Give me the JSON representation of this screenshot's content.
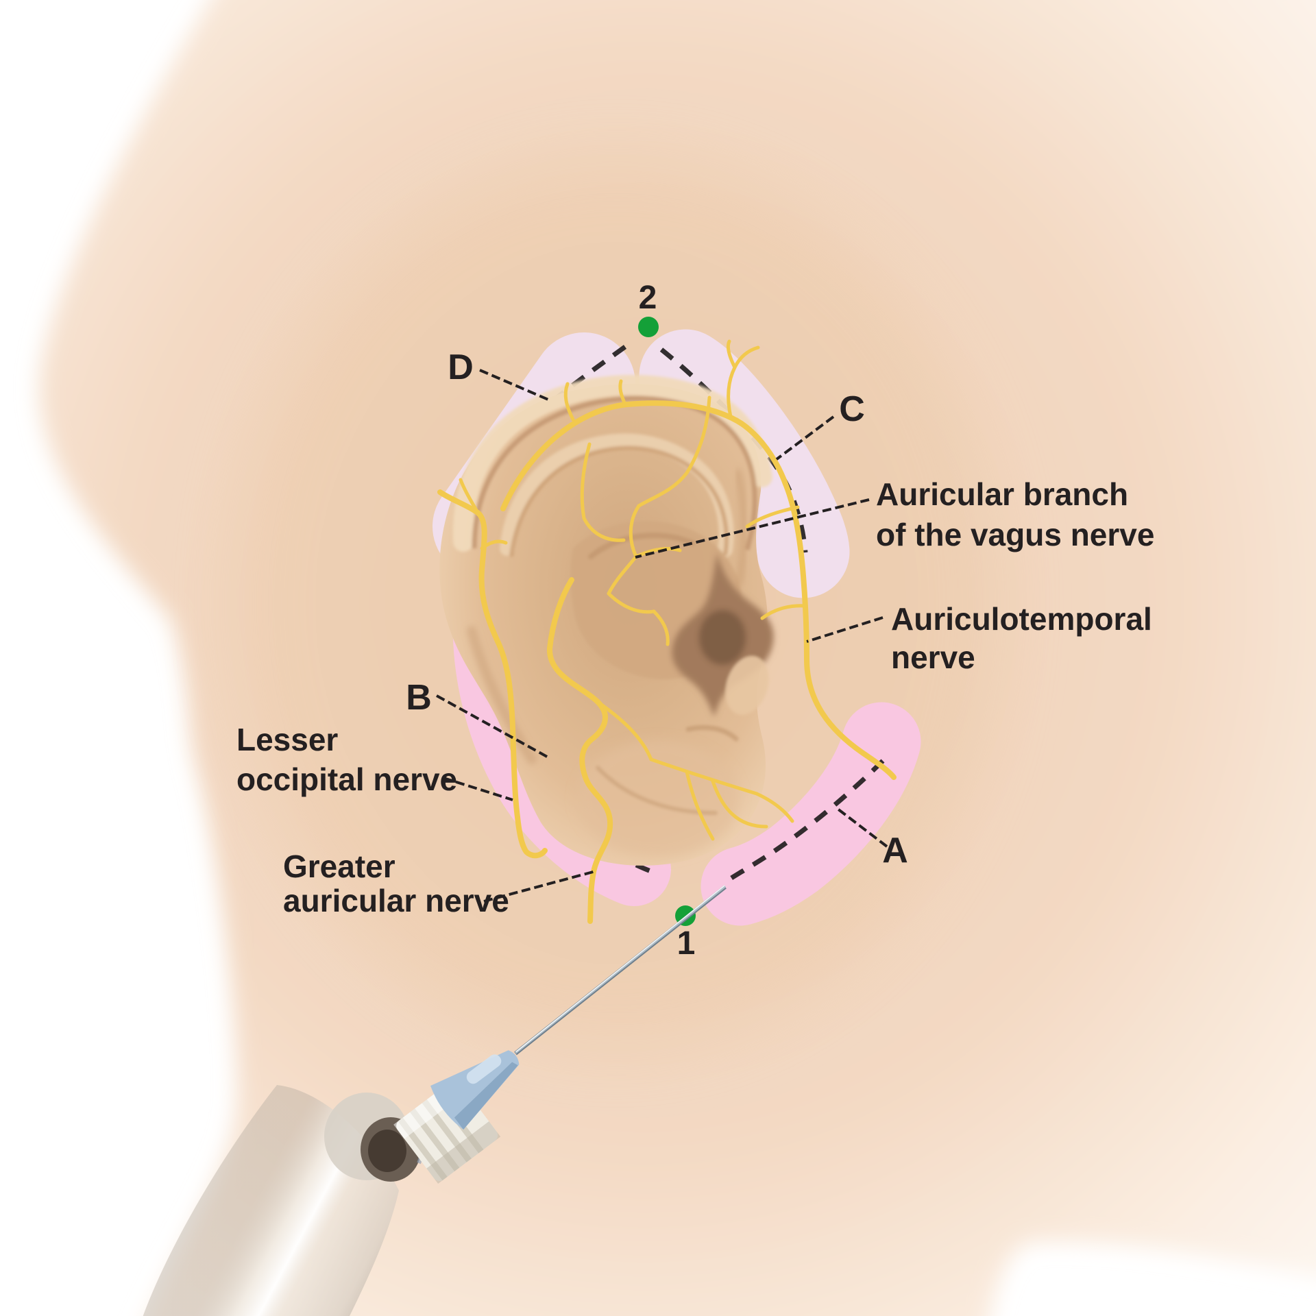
{
  "labels": {
    "zone_d": "D",
    "zone_c": "C",
    "zone_b": "B",
    "zone_a": "A",
    "point_2": "2",
    "point_1": "1",
    "vagus_line1": "Auricular branch",
    "vagus_line2": "of the vagus nerve",
    "auriculotemporal_line1": "Auriculotemporal",
    "auriculotemporal_line2": "nerve",
    "lesser_line1": "Lesser",
    "lesser_line2": "occipital nerve",
    "greater_line1": "Greater",
    "greater_line2": "auricular nerve"
  },
  "colors": {
    "page_bg": "#ffffff",
    "skin": "#efcfb4",
    "skin_mid": "#f3d9c3",
    "skin_edge": "#fbeee2",
    "skin_deep": "#e9c6a3",
    "zone_lavender": "#f1dfed",
    "zone_pink": "#f9c7e1",
    "nerve_yellow": "#f2c94d",
    "marker_green": "#14a038",
    "ink": "#242021",
    "ear_light": "#f1dabb",
    "ear_mid": "#e2bd97",
    "ear_line": "#c49872",
    "ear_bowl": "#d2a981",
    "ear_dark": "#a27a5c",
    "ear_darker": "#7c5b43",
    "needle_steel": "#aebcc6",
    "needle_dark": "#6f7f8c",
    "needle_highlight": "#f2f6f8",
    "hub_blue": "#a9c2da",
    "hub_blue_shade": "#7e9cba",
    "hub_blue_light": "#d3e2f0",
    "cap_white": "#f0ede4",
    "cap_ridge": "#ccc5b7",
    "cap_shade": "#bdb5a6",
    "barrel_gray": "#d3cbc1",
    "barrel_shade": "#9b9084",
    "barrel_mouth": "#6a5e53",
    "barrel_mouth_core": "#463b32"
  }
}
